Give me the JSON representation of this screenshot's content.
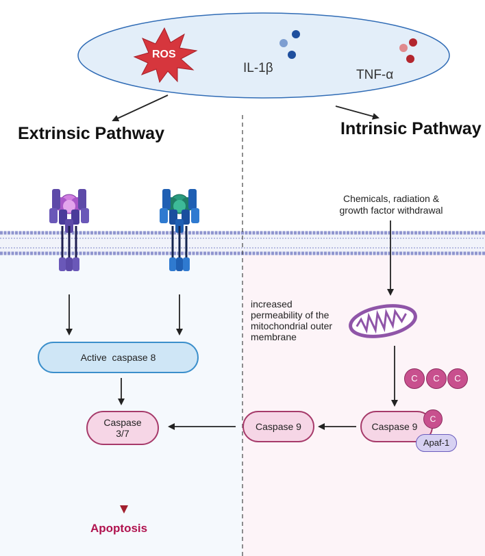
{
  "top_ellipse": {
    "labels": {
      "ros": "ROS",
      "il1b": "IL-1β",
      "tnfa": "TNF-α"
    }
  },
  "pathways": {
    "extrinsic": "Extrinsic Pathway",
    "intrinsic": "Intrinsic Pathway"
  },
  "intrinsic": {
    "stimulus": [
      "Chemicals, radiation &",
      "growth factor withdrawal"
    ],
    "permeability_note": [
      "increased",
      "permeability of the",
      "mitochondrial outer",
      "membrane"
    ],
    "cyt_c_label": "C",
    "caspase9_complex": "Caspase 9",
    "apaf1": "Apaf-1",
    "caspase9": "Caspase 9"
  },
  "extrinsic": {
    "active_caspase8": "Active  caspase 8",
    "caspase37": [
      "Caspase",
      "3/7"
    ]
  },
  "outcome": "Apoptosis",
  "colors": {
    "ellipse_fill": "#e3eef9",
    "ellipse_stroke": "#2f6bb5",
    "ros_red": "#d6363d",
    "caspase_fill": "#f6d6e6",
    "caspase_stroke": "#a63a6a",
    "caspase8_fill": "#cfe6f6",
    "caspase8_stroke": "#3b8fcb",
    "apoptosis": "#b0134f",
    "cyt_c": "#c8508e",
    "receptor_purple": "#6a4db5",
    "receptor_blue": "#2a6fc9",
    "mito": "#8f55a8"
  }
}
